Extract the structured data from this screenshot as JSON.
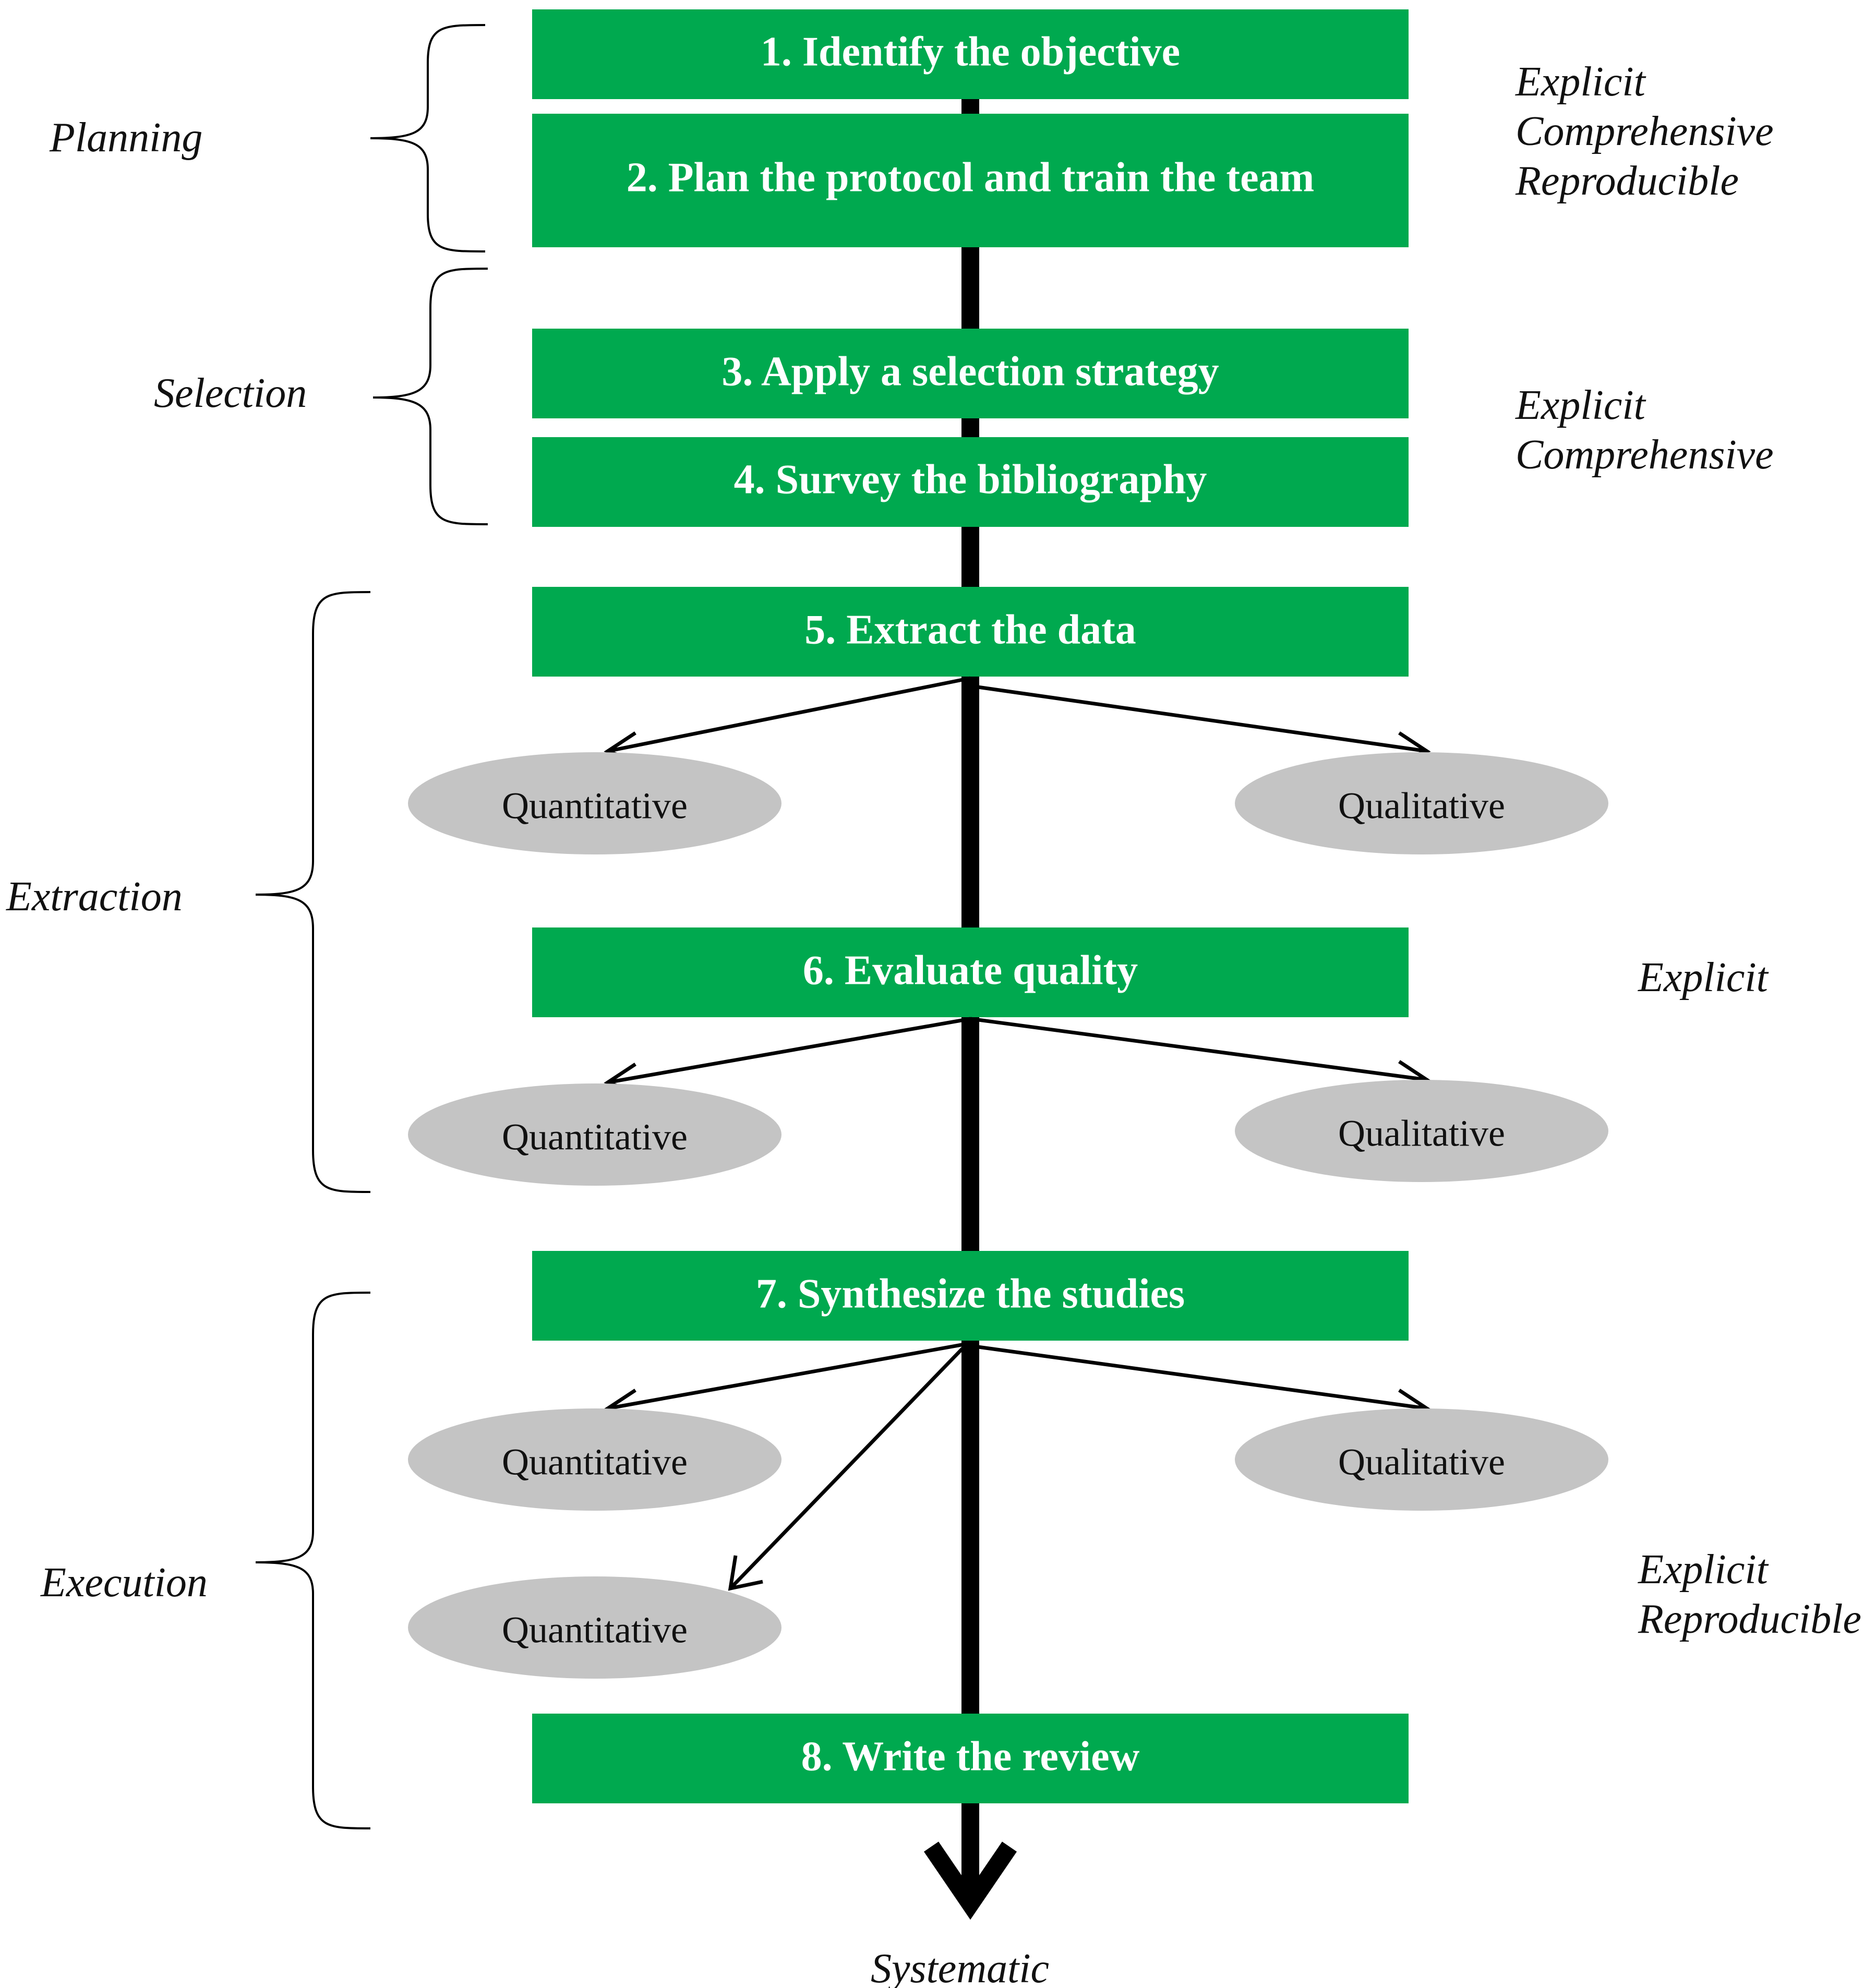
{
  "steps": [
    "1. Identify the objective",
    "2. Plan the protocol and train the team",
    "3. Apply a selection strategy",
    "4. Survey the bibliography",
    "5. Extract the data",
    "6. Evaluate quality",
    "7. Synthesize the studies",
    "8. Write the review"
  ],
  "phases": [
    "Planning",
    "Selection",
    "Extraction",
    "Execution"
  ],
  "outcomes": {
    "quantitative": "Quantitative",
    "qualitative": "Qualitative"
  },
  "properties": {
    "planning": [
      "Explicit",
      "Comprehensive",
      "Reproducible"
    ],
    "selection": [
      "Explicit",
      "Comprehensive"
    ],
    "extraction": [
      "Explicit"
    ],
    "execution": [
      "Explicit",
      "Reproducible"
    ]
  },
  "result": "Systematic",
  "colors": {
    "step_box": "#00a94f",
    "ellipse": "#c4c4c4"
  }
}
